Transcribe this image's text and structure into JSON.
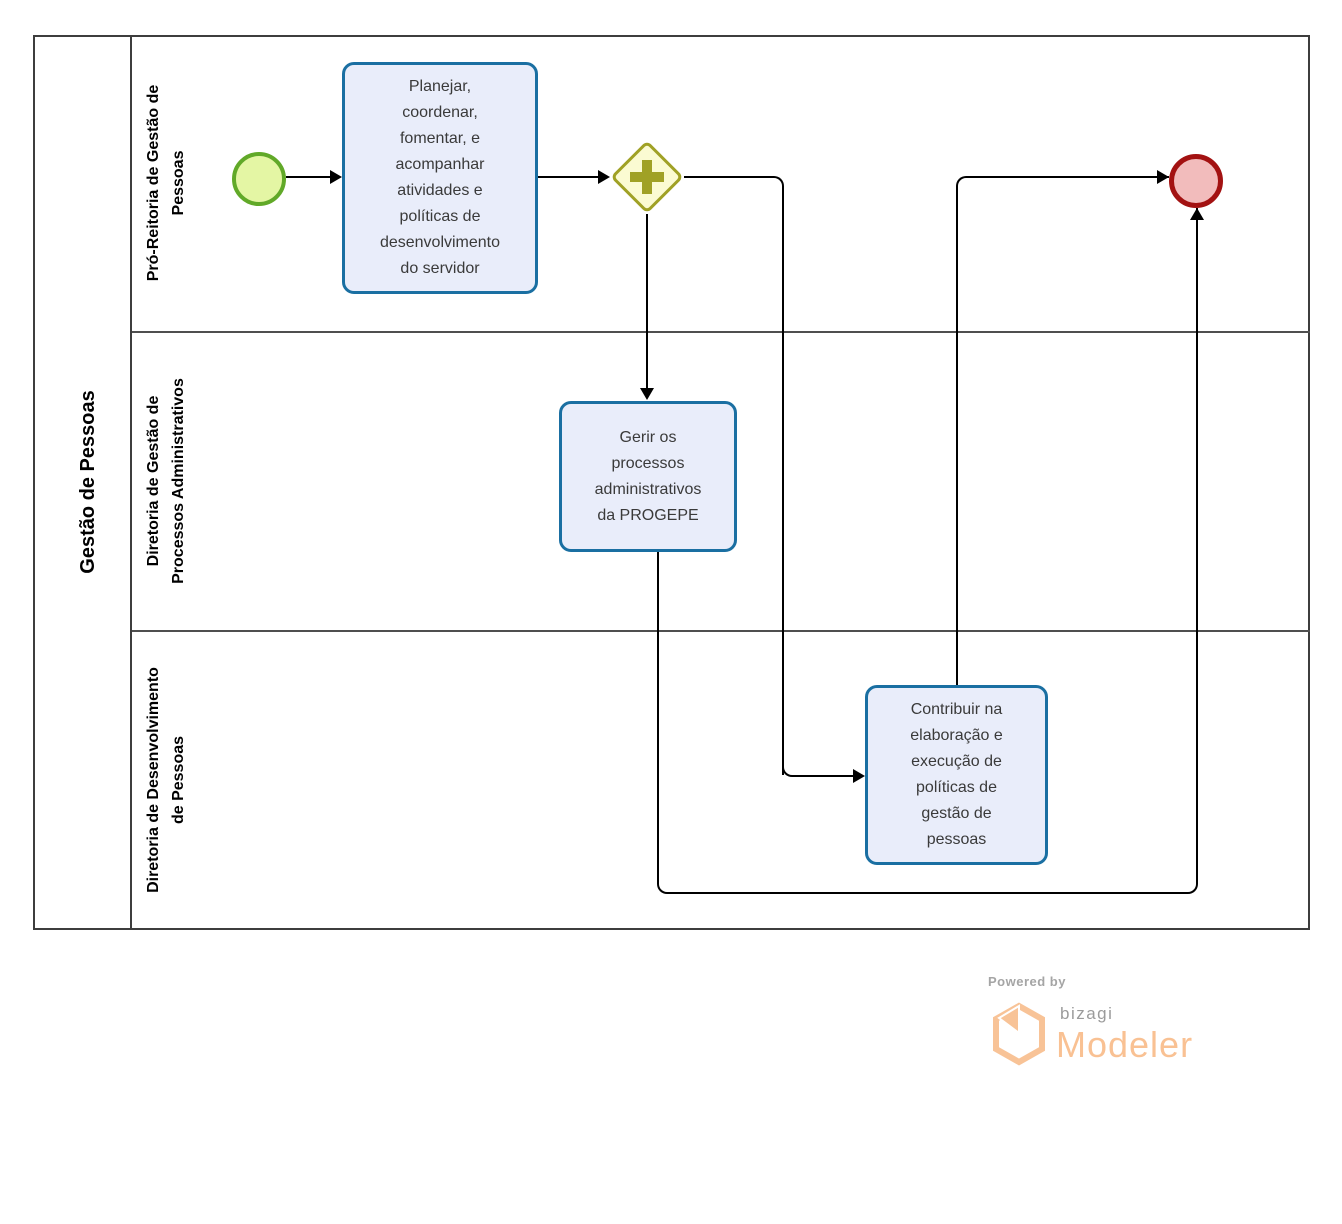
{
  "pool": {
    "label": "Gestão de Pessoas"
  },
  "lanes": [
    {
      "id": "pro-reitoria",
      "label": "Pró-Reitoria de Gestão de Pessoas",
      "lines": [
        "Pró-Reitoria de Gestão de",
        "Pessoas"
      ]
    },
    {
      "id": "diretoria-gestao-processos",
      "label": "Diretoria de Gestão de Processos Administrativos",
      "lines": [
        "Diretoria de Gestão de",
        "Processos Administrativos"
      ]
    },
    {
      "id": "diretoria-desenvolvimento",
      "label": "Diretoria de Desenvolvimento de Pessoas",
      "lines": [
        "Diretoria de Desenvolvimento",
        "de Pessoas"
      ]
    }
  ],
  "nodes": {
    "start_event": {
      "type": "start-event"
    },
    "task_planejar": {
      "label": "Planejar, coordenar, fomentar, e acompanhar atividades e políticas de desenvolvimento do servidor"
    },
    "gateway_parallel": {
      "type": "parallel-gateway",
      "symbol": "+"
    },
    "task_gerir": {
      "label": "Gerir os processos administrativos da PROGEPE"
    },
    "task_contribuir": {
      "label": "Contribuir na elaboração e execução de políticas de gestão de pessoas"
    },
    "end_event": {
      "type": "end-event"
    }
  },
  "colors": {
    "task_border": "#1a6fa2",
    "task_fill": "#e9edfa",
    "start_border": "#61a928",
    "start_fill": "#e4f6a4",
    "end_border": "#a31212",
    "end_fill": "#f2bcbc",
    "gateway_border": "#a0a125",
    "gateway_fill": "#fbfbd2",
    "connector": "#000000",
    "pool_border": "#3d3d3d",
    "brand_orange": "#f9c193",
    "brand_gray": "#9b9b9b"
  },
  "branding": {
    "powered_by": "Powered by",
    "brand": "bizagi",
    "product": "Modeler"
  }
}
